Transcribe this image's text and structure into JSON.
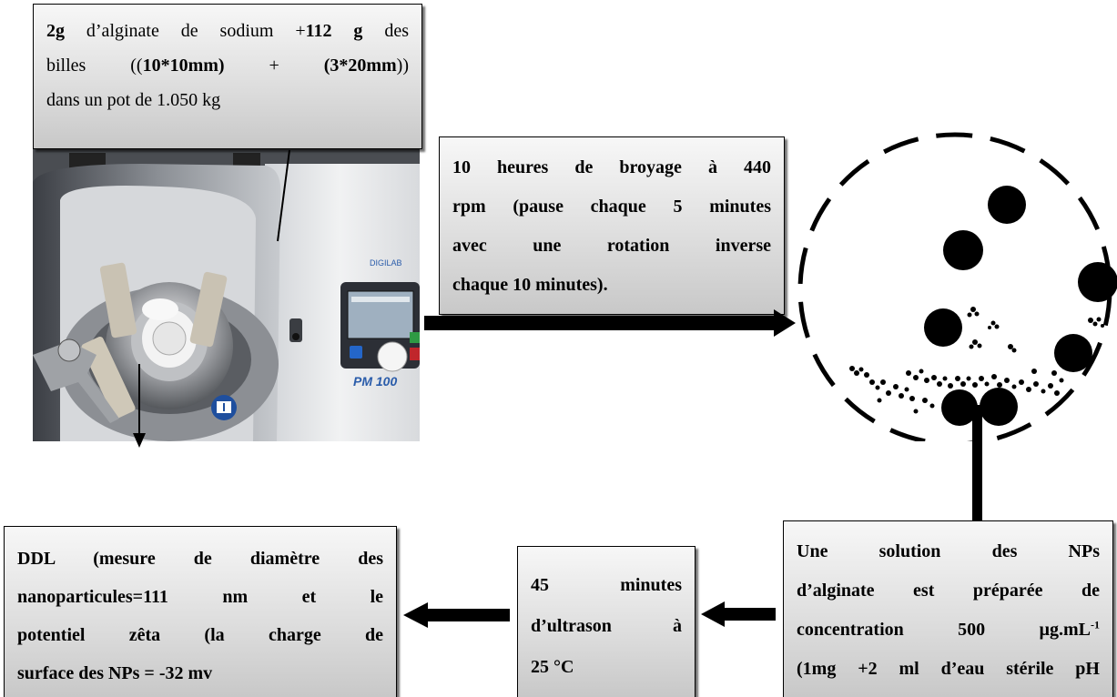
{
  "box_top": {
    "line1_b1": "2g",
    "line1_t1": " d’alginate de sodium +",
    "line1_b2": "112 g",
    "line1_t2": " des",
    "line2_t1": "billes ((",
    "line2_b1": "10*10mm)",
    "line2_t2": " + ",
    "line2_b2": "(3*20mm",
    "line2_t3": "))",
    "line3": "dans un pot de 1.050 kg"
  },
  "box_broyage": {
    "lines": [
      "10 heures de broyage à 440",
      "rpm (pause chaque 5 minutes",
      "avec une rotation inverse",
      "chaque 10 minutes)."
    ]
  },
  "box_solution": {
    "line1": "Une solution des NPs",
    "line2": "d’alginate est préparée de",
    "line3_main": "concentration 500 µg.mL",
    "line3_sup": "-1",
    "line4": "(1mg +2 ml d’eau stérile pH"
  },
  "box_ultrason": {
    "line1": "45 minutes",
    "line2": "d’ultrason à",
    "line3": "25 °C"
  },
  "box_ddl": {
    "lines": [
      "DDL (mesure de diamètre des",
      "nanoparticules=111 nm et le",
      "potentiel zêta (la charge de",
      "surface des NPs = -32 mv"
    ]
  },
  "photo": {
    "brand_text": "DIGILAB",
    "model_text": "PM 100",
    "colors": {
      "body": "#e9eaec",
      "panel": "#2c2f36",
      "screen": "#9fb0c0",
      "button_blue": "#2466c9",
      "button_red": "#c0262b",
      "button_green": "#2f9a44"
    }
  },
  "icons": [
    "mill-photo-icon",
    "ball-mill-jar-icon",
    "info-book-icon"
  ]
}
